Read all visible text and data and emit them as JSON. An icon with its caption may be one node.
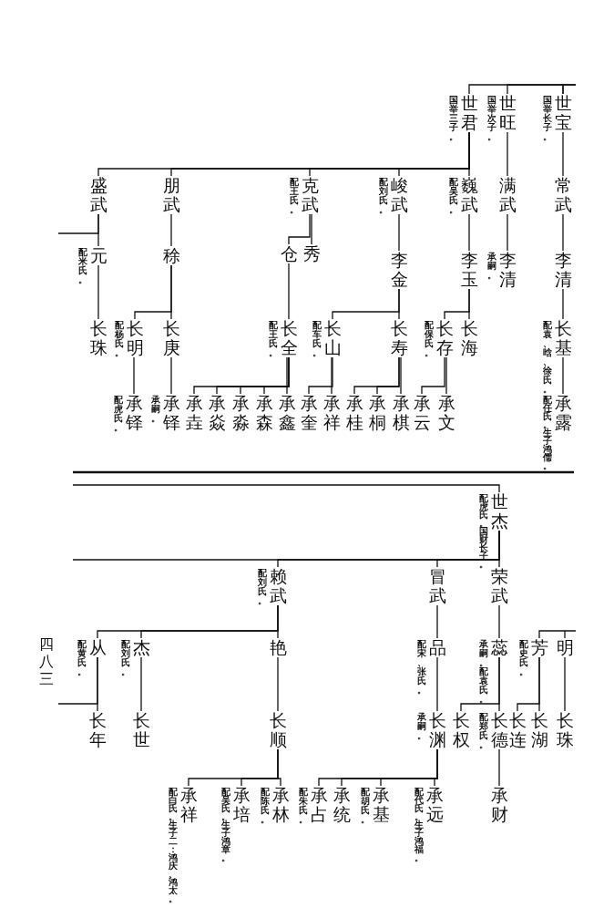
{
  "diagram": {
    "nodes": [
      {
        "text": [
          "世宝"
        ],
        "beside": [
          "国举长子。"
        ]
      },
      {
        "text": [
          "世旺"
        ],
        "beside": [
          "国举次子。"
        ]
      },
      {
        "text": [
          "世君"
        ],
        "beside": [
          "国举三子。"
        ]
      },
      {
        "text": [
          "常武"
        ]
      },
      {
        "text": [
          "满武"
        ]
      },
      {
        "text": [
          "巍武"
        ],
        "beside": [
          "配吴氏。"
        ]
      },
      {
        "text": [
          "峻武"
        ],
        "beside": [
          "配刘氏。"
        ]
      },
      {
        "text": [
          "克武"
        ],
        "beside": [
          "配王氏。"
        ]
      },
      {
        "text": [
          "朋武"
        ]
      },
      {
        "text": [
          "盛武"
        ]
      },
      {
        "text": [
          "李清"
        ]
      },
      {
        "text": [
          "李清"
        ],
        "beside": [
          "承嗣。"
        ]
      },
      {
        "text": [
          "李玉"
        ]
      },
      {
        "text": [
          "李金"
        ]
      },
      {
        "text": [
          "秀"
        ]
      },
      {
        "text": [
          "仓"
        ]
      },
      {
        "text": [
          "稌"
        ]
      },
      {
        "text": [
          "元"
        ],
        "beside": [
          "配米氏。"
        ]
      },
      {
        "text": [
          "长基"
        ],
        "beside": [
          "配袁、晗、徐氏。"
        ]
      },
      {
        "text": [
          "长海"
        ]
      },
      {
        "text": [
          "长存"
        ],
        "beside": [
          "配保氏。"
        ]
      },
      {
        "text": [
          "长寿"
        ]
      },
      {
        "text": [
          "长山"
        ],
        "beside": [
          "配车氏。"
        ]
      },
      {
        "text": [
          "长全"
        ],
        "beside": [
          "配王氏。"
        ]
      },
      {
        "text": [
          "长庚"
        ]
      },
      {
        "text": [
          "长明"
        ],
        "beside": [
          "配杨氏。"
        ]
      },
      {
        "text": [
          "长珠"
        ]
      },
      {
        "text": [
          "承露"
        ],
        "beside": [
          "配任氏。生子鸿儒。"
        ]
      },
      {
        "text": [
          "承文"
        ]
      },
      {
        "text": [
          "承云"
        ]
      },
      {
        "text": [
          "承棋"
        ]
      },
      {
        "text": [
          "承桐"
        ]
      },
      {
        "text": [
          "承桂"
        ]
      },
      {
        "text": [
          "承祥"
        ]
      },
      {
        "text": [
          "承奎"
        ]
      },
      {
        "text": [
          "承鑫"
        ]
      },
      {
        "text": [
          "承森"
        ]
      },
      {
        "text": [
          "承淼"
        ]
      },
      {
        "text": [
          "承焱"
        ]
      },
      {
        "text": [
          "承垚"
        ]
      },
      {
        "text": [
          "承铎"
        ],
        "beside": [
          "承嗣。"
        ]
      },
      {
        "text": [
          "承铎"
        ],
        "beside": [
          "配虎氏。"
        ]
      },
      {
        "text": [
          "世杰"
        ],
        "beside": [
          "配虎氏。国财长子。"
        ]
      },
      {
        "text": [
          "荣武"
        ]
      },
      {
        "text": [
          "冒武"
        ]
      },
      {
        "text": [
          "赖武"
        ],
        "beside": [
          "配刘氏。"
        ]
      },
      {
        "text": [
          "明"
        ]
      },
      {
        "text": [
          "芳"
        ],
        "beside": [
          "配史氏。"
        ]
      },
      {
        "text": [
          "蕊"
        ],
        "beside": [
          "承嗣。配袁氏。"
        ]
      },
      {
        "text": [
          "品"
        ],
        "beside": [
          "配宋、张氏。"
        ]
      },
      {
        "text": [
          "艳"
        ]
      },
      {
        "text": [
          "杰"
        ],
        "beside": [
          "配刘氏。"
        ]
      },
      {
        "text": [
          "从"
        ],
        "beside": [
          "配黄氏。"
        ]
      },
      {
        "text": [
          "长珠"
        ]
      },
      {
        "text": [
          "长湖"
        ]
      },
      {
        "text": [
          "长连"
        ]
      },
      {
        "text": [
          "长德"
        ],
        "beside": [
          "配郑氏。"
        ]
      },
      {
        "text": [
          "长权"
        ]
      },
      {
        "text": [
          "长渊"
        ],
        "beside": [
          "承嗣。"
        ]
      },
      {
        "text": [
          "长顺"
        ]
      },
      {
        "text": [
          "长世"
        ]
      },
      {
        "text": [
          "长年"
        ]
      },
      {
        "text": [
          "承财"
        ]
      },
      {
        "text": [
          "承远"
        ],
        "beside": [
          "配代氏。生子鸿福。"
        ]
      },
      {
        "text": [
          "承基"
        ],
        "beside": [
          "配胡氏。"
        ]
      },
      {
        "text": [
          "承统"
        ]
      },
      {
        "text": [
          "承占"
        ],
        "beside": [
          "配朱氏。"
        ]
      },
      {
        "text": [
          "承林"
        ],
        "beside": [
          "配陈氏。"
        ]
      },
      {
        "text": [
          "承培"
        ],
        "beside": [
          "配吴氏。生子鸿章。"
        ]
      },
      {
        "text": [
          "承祥"
        ],
        "beside": [
          "配白氏。生子二：鸿庆、鸿太。"
        ]
      }
    ],
    "edges": [
      {
        "from": 0,
        "to": 1,
        "arrow": "none"
      },
      {
        "from": 0,
        "to": 2,
        "arrow": "none"
      },
      {
        "from": 0,
        "to": 3,
        "arrow": "none"
      },
      {
        "from": 3,
        "to": 10,
        "arrow": "none"
      },
      {
        "from": 10,
        "to": 18,
        "arrow": "none"
      },
      {
        "from": 18,
        "to": 27,
        "arrow": "none"
      },
      {
        "from": 1,
        "to": 4,
        "arrow": "none"
      },
      {
        "from": 4,
        "to": 11,
        "arrow": "none"
      },
      {
        "from": 2,
        "to": 5,
        "arrow": "none"
      },
      {
        "from": 2,
        "to": 6,
        "arrow": "none"
      },
      {
        "from": 2,
        "to": 7,
        "arrow": "none"
      },
      {
        "from": 2,
        "to": 8,
        "arrow": "none"
      },
      {
        "from": 2,
        "to": 9,
        "arrow": "none"
      },
      {
        "from": 5,
        "to": 12,
        "arrow": "none"
      },
      {
        "from": 12,
        "to": 19,
        "arrow": "none"
      },
      {
        "from": 12,
        "to": 20,
        "arrow": "none"
      },
      {
        "from": 20,
        "to": 28,
        "arrow": "none"
      },
      {
        "from": 20,
        "to": 29,
        "arrow": "none"
      },
      {
        "from": 6,
        "to": 13,
        "arrow": "none"
      },
      {
        "from": 13,
        "to": 21,
        "arrow": "none"
      },
      {
        "from": 13,
        "to": 22,
        "arrow": "none"
      },
      {
        "from": 21,
        "to": 30,
        "arrow": "none"
      },
      {
        "from": 21,
        "to": 31,
        "arrow": "none"
      },
      {
        "from": 21,
        "to": 32,
        "arrow": "none"
      },
      {
        "from": 22,
        "to": 33,
        "arrow": "none"
      },
      {
        "from": 22,
        "to": 34,
        "arrow": "none"
      },
      {
        "from": 7,
        "to": 14,
        "arrow": "none"
      },
      {
        "from": 7,
        "to": 15,
        "arrow": "none"
      },
      {
        "from": 15,
        "to": 23,
        "arrow": "none"
      },
      {
        "from": 23,
        "to": 35,
        "arrow": "none"
      },
      {
        "from": 23,
        "to": 36,
        "arrow": "none"
      },
      {
        "from": 23,
        "to": 37,
        "arrow": "none"
      },
      {
        "from": 23,
        "to": 38,
        "arrow": "none"
      },
      {
        "from": 23,
        "to": 39,
        "arrow": "none"
      },
      {
        "from": 8,
        "to": 16,
        "arrow": "none"
      },
      {
        "from": 16,
        "to": 24,
        "arrow": "none"
      },
      {
        "from": 16,
        "to": 25,
        "arrow": "none"
      },
      {
        "from": 24,
        "to": 40,
        "arrow": "none"
      },
      {
        "from": 25,
        "to": 41,
        "arrow": "none"
      },
      {
        "from": 9,
        "to": 17,
        "arrow": "none"
      },
      {
        "from": 9,
        "to": null,
        "arrow": "none"
      },
      {
        "from": 17,
        "to": 26,
        "arrow": "none"
      },
      {
        "from": null,
        "to": 42,
        "arrow": "none"
      },
      {
        "from": 42,
        "to": 43,
        "arrow": "none"
      },
      {
        "from": 42,
        "to": 44,
        "arrow": "none"
      },
      {
        "from": 42,
        "to": 45,
        "arrow": "none"
      },
      {
        "from": 42,
        "to": null,
        "arrow": "none"
      },
      {
        "from": 46,
        "to": 47,
        "arrow": "none"
      },
      {
        "from": 46,
        "to": 53,
        "arrow": "none"
      },
      {
        "from": 47,
        "to": 54,
        "arrow": "none"
      },
      {
        "from": 47,
        "to": 55,
        "arrow": "none"
      },
      {
        "from": 43,
        "to": 48,
        "arrow": "none"
      },
      {
        "from": 48,
        "to": 56,
        "arrow": "none"
      },
      {
        "from": 48,
        "to": 57,
        "arrow": "none"
      },
      {
        "from": 56,
        "to": 62,
        "arrow": "none"
      },
      {
        "from": 44,
        "to": 49,
        "arrow": "none"
      },
      {
        "from": 49,
        "to": 58,
        "arrow": "none"
      },
      {
        "from": 58,
        "to": 63,
        "arrow": "none"
      },
      {
        "from": 58,
        "to": 64,
        "arrow": "none"
      },
      {
        "from": 58,
        "to": 65,
        "arrow": "none"
      },
      {
        "from": 58,
        "to": 66,
        "arrow": "none"
      },
      {
        "from": 45,
        "to": 50,
        "arrow": "none"
      },
      {
        "from": 45,
        "to": 51,
        "arrow": "none"
      },
      {
        "from": 45,
        "to": 52,
        "arrow": "none"
      },
      {
        "from": 50,
        "to": 59,
        "arrow": "none"
      },
      {
        "from": 51,
        "to": 60,
        "arrow": "none"
      },
      {
        "from": 52,
        "to": 61,
        "arrow": "none"
      },
      {
        "from": 52,
        "to": null,
        "arrow": "none"
      },
      {
        "from": 59,
        "to": 67,
        "arrow": "none"
      },
      {
        "from": 59,
        "to": 68,
        "arrow": "none"
      },
      {
        "from": 59,
        "to": 69,
        "arrow": "none"
      }
    ],
    "labels": [
      "四八三"
    ]
  }
}
